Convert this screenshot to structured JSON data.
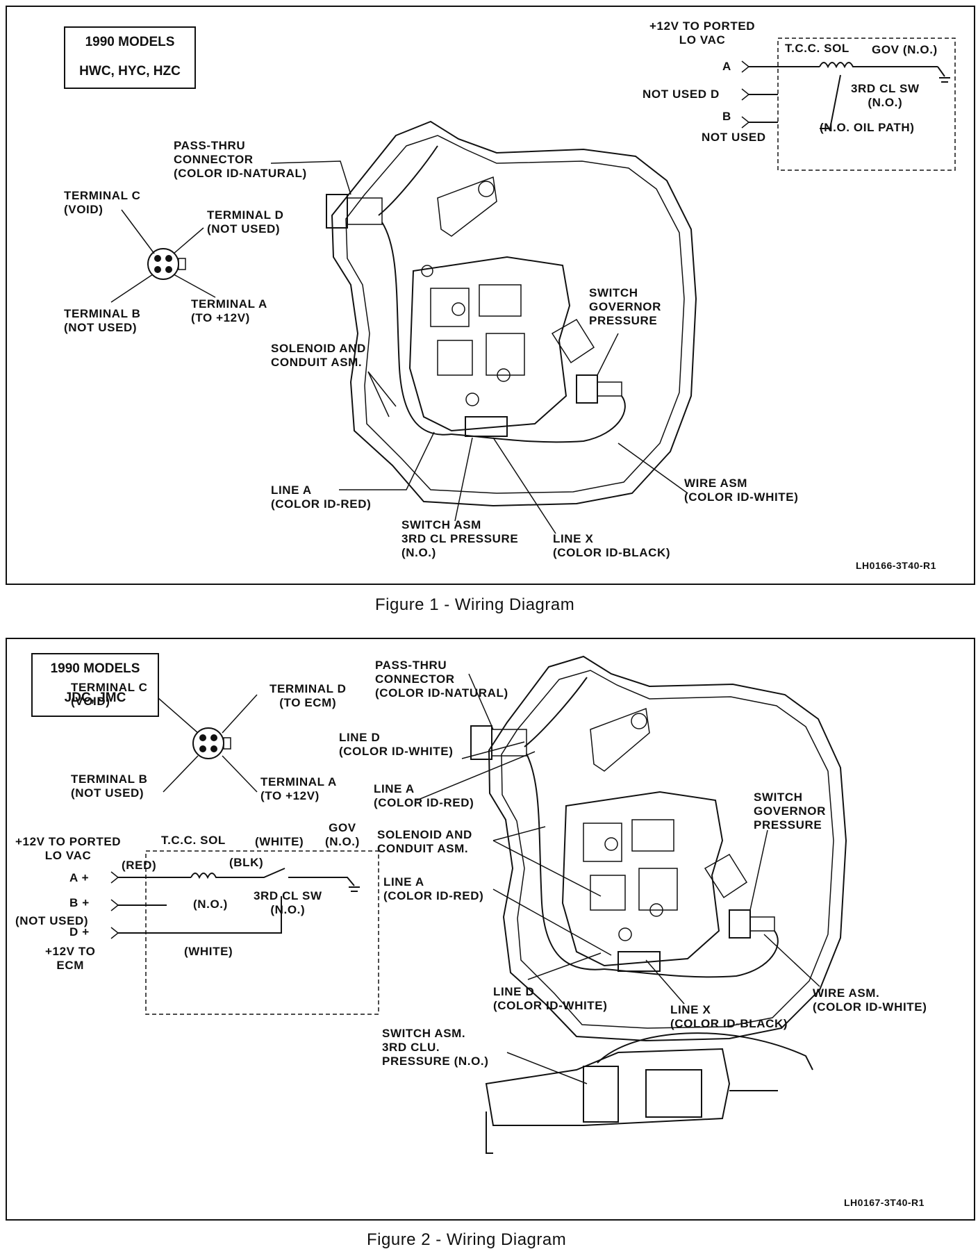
{
  "figure1": {
    "caption": "Figure 1 - Wiring Diagram",
    "model_box": [
      "1990 MODELS",
      "HWC, HYC, HZC"
    ],
    "drawing_code": "LH0166-3T40-R1",
    "labels": {
      "pass_thru": [
        "PASS-THRU",
        "CONNECTOR",
        "(COLOR ID-NATURAL)"
      ],
      "terminal_c": [
        "TERMINAL C",
        "(VOID)"
      ],
      "terminal_d": [
        "TERMINAL D",
        "(NOT USED)"
      ],
      "terminal_b": [
        "TERMINAL B",
        "(NOT USED)"
      ],
      "terminal_a": [
        "TERMINAL A",
        "(TO +12V)"
      ],
      "solenoid": [
        "SOLENOID AND",
        "CONDUIT ASM."
      ],
      "switch_gov": [
        "SWITCH",
        "GOVERNOR",
        "PRESSURE"
      ],
      "line_a": [
        "LINE A",
        "(COLOR ID-RED)"
      ],
      "switch_asm": [
        "SWITCH ASM",
        "3RD CL PRESSURE",
        "(N.O.)"
      ],
      "line_x": [
        "LINE X",
        "(COLOR ID-BLACK)"
      ],
      "wire_asm": [
        "WIRE ASM",
        "(COLOR ID-WHITE)"
      ]
    },
    "schematic": {
      "power": [
        "+12V TO PORTED",
        "LO VAC"
      ],
      "pin_a": "A",
      "not_used_d": "NOT USED D",
      "pin_b": "B",
      "not_used": "NOT USED",
      "tcc_sol": "T.C.C. SOL",
      "gov": "GOV (N.O.)",
      "third_cl_sw": [
        "3RD CL SW",
        "(N.O.)"
      ],
      "oil_path": "(N.O. OIL PATH)"
    }
  },
  "figure2": {
    "caption": "Figure 2 - Wiring Diagram",
    "model_box": [
      "1990 MODELS",
      "JDC, JMC"
    ],
    "drawing_code": "LH0167-3T40-R1",
    "labels": {
      "pass_thru": [
        "PASS-THRU",
        "CONNECTOR",
        "(COLOR ID-NATURAL)"
      ],
      "terminal_c": [
        "TERMINAL C",
        "(VOID)"
      ],
      "terminal_d": [
        "TERMINAL D",
        "(TO ECM)"
      ],
      "terminal_b": [
        "TERMINAL B",
        "(NOT USED)"
      ],
      "terminal_a": [
        "TERMINAL A",
        "(TO +12V)"
      ],
      "line_d_top": [
        "LINE D",
        "(COLOR ID-WHITE)"
      ],
      "line_a_top": [
        "LINE A",
        "(COLOR ID-RED)"
      ],
      "solenoid": [
        "SOLENOID AND",
        "CONDUIT ASM."
      ],
      "switch_gov": [
        "SWITCH",
        "GOVERNOR",
        "PRESSURE"
      ],
      "line_a_mid": [
        "LINE A",
        "(COLOR ID-RED)"
      ],
      "line_d_bot": [
        "LINE D",
        "(COLOR ID-WHITE)"
      ],
      "line_x": [
        "LINE X",
        "(COLOR ID-BLACK)"
      ],
      "wire_asm": [
        "WIRE ASM.",
        "(COLOR ID-WHITE)"
      ],
      "switch_asm": [
        "SWITCH ASM.",
        "3RD CLU.",
        "PRESSURE (N.O.)"
      ]
    },
    "schematic": {
      "power": [
        "+12V TO PORTED",
        "LO VAC"
      ],
      "tcc_sol": "T.C.C. SOL",
      "white_top": "(WHITE)",
      "gov": [
        "GOV",
        "(N.O.)"
      ],
      "red": "(RED)",
      "blk": "(BLK)",
      "pin_a": "A +",
      "pin_b": "B +",
      "not_used": "(NOT USED)",
      "no": "(N.O.)",
      "third_cl_sw": [
        "3RD CL SW",
        "(N.O.)"
      ],
      "pin_d": "D +",
      "white_bot": "(WHITE)",
      "ecm": [
        "+12V TO",
        "ECM"
      ]
    }
  }
}
